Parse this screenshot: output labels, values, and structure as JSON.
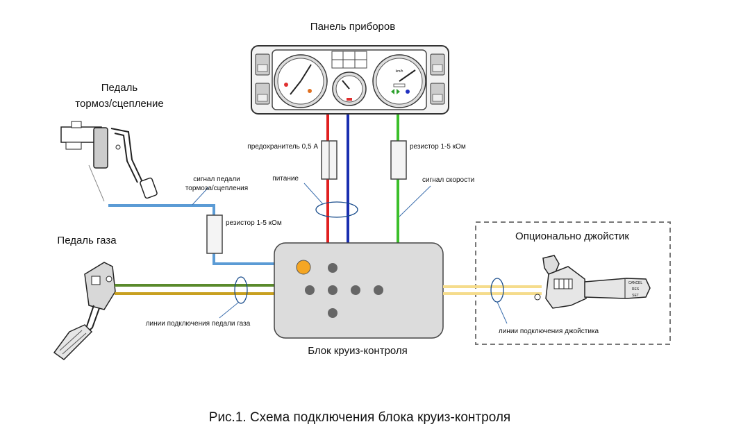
{
  "diagram": {
    "instrument_panel_title": "Панель приборов",
    "brake_pedal_title_line1": "Педаль",
    "brake_pedal_title_line2": "тормоз/сцепление",
    "gas_pedal_title": "Педаль газа",
    "joystick_title": "Опционально джойстик",
    "fuse_label": "предохранитель 0,5 А",
    "speed_resistor_label": "резистор 1-5 кОм",
    "power_label": "питание",
    "speed_signal_label": "сигнал скорости",
    "brake_signal_line1": "сигнал педали",
    "brake_signal_line2": "тормоза/сцепления",
    "brake_resistor_label": "резистор 1-5 кОм",
    "gas_lines_label": "линии подключения педали газа",
    "joystick_lines_label": "линии подключения джойстика",
    "control_unit_label": "Блок круиз-контроля",
    "joystick_cancel": "CANCEL",
    "joystick_res": "RES",
    "joystick_set": "SET",
    "speedo_unit": "km/h",
    "caption": "Рис.1. Схема подключения блока круиз-контроля"
  },
  "colors": {
    "power_wire": "#e02020",
    "ground_wire": "#1a2fb0",
    "speed_wire": "#3cbf2a",
    "brake_wire": "#5b9bd5",
    "gas_wire_1": "#5a8a2c",
    "gas_wire_2": "#c8a020",
    "joystick_wire": "#f5dc8c",
    "unit_fill": "#dcdcdc",
    "indicator": "#f5a623"
  }
}
